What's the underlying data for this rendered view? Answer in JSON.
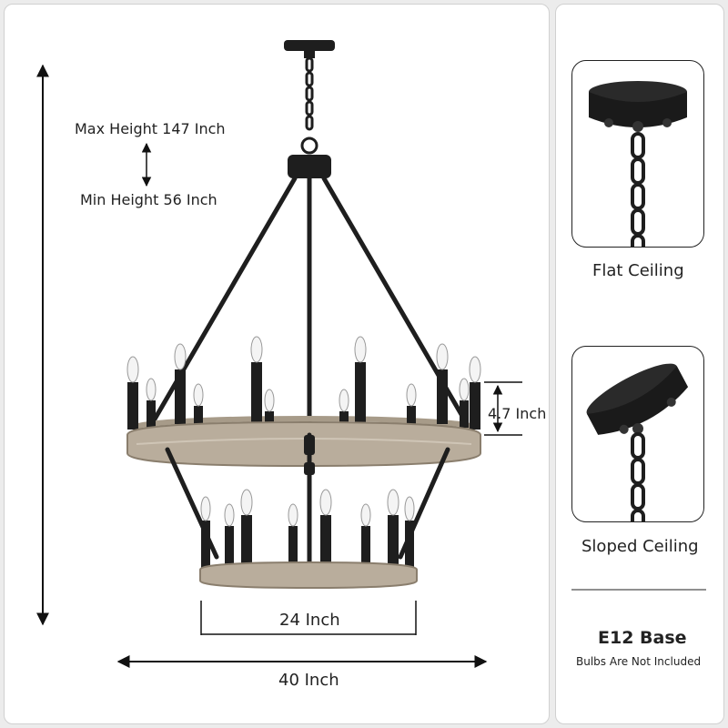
{
  "dimensions": {
    "max_height": "Max Height 147 Inch",
    "min_height": "Min Height 56 Inch",
    "candle_height": "4.7 Inch",
    "bottom_ring_width": "24 Inch",
    "overall_width": "40 Inch"
  },
  "mounting": {
    "flat_label": "Flat Ceiling",
    "sloped_label": "Sloped Ceiling"
  },
  "bulb": {
    "base_title": "E12 Base",
    "note": "Bulbs Are Not Included"
  },
  "colors": {
    "metal": "#1e1e1e",
    "wood": "#b9ad9c",
    "bulb": "#f4f4f4",
    "panel": "#ffffff",
    "background": "#ececec"
  }
}
